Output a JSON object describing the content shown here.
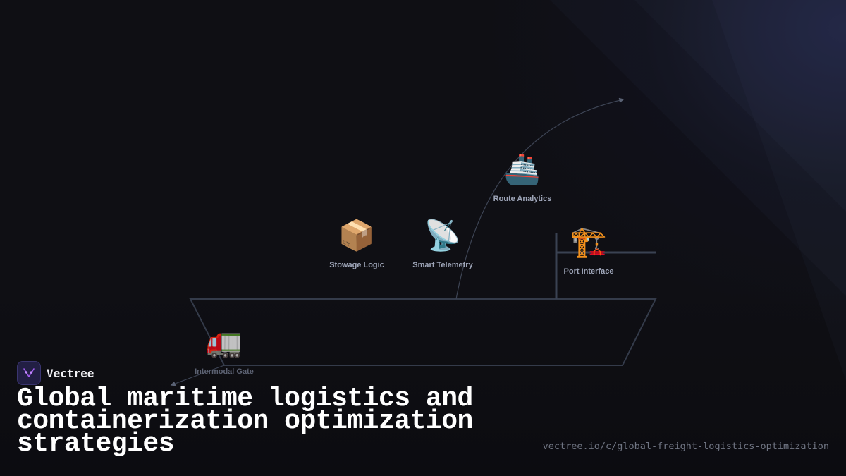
{
  "brand": {
    "name": "Vectree",
    "logo_icon": "vectree-logo-icon",
    "accent_color": "#a35cf0"
  },
  "headline": "Global maritime logistics and containerization optimization strategies",
  "url": "vectree.io/c/global-freight-logistics-optimization",
  "diagram": {
    "nodes": [
      {
        "id": "stowage-logic",
        "label": "Stowage Logic",
        "icon": "package-icon",
        "glyph": "📦"
      },
      {
        "id": "smart-telemetry",
        "label": "Smart Telemetry",
        "icon": "satellite-antenna-icon",
        "glyph": "📡"
      },
      {
        "id": "route-analytics",
        "label": "Route Analytics",
        "icon": "ship-icon",
        "glyph": "🚢"
      },
      {
        "id": "port-interface",
        "label": "Port Interface",
        "icon": "crane-icon",
        "glyph": "🏗️"
      },
      {
        "id": "intermodal-gate",
        "label": "Intermodal Gate",
        "icon": "truck-icon",
        "glyph": "🚛"
      }
    ],
    "colors": {
      "background": "#0f0f14",
      "line": "#3a4252",
      "label": "#9ea5b8"
    }
  }
}
